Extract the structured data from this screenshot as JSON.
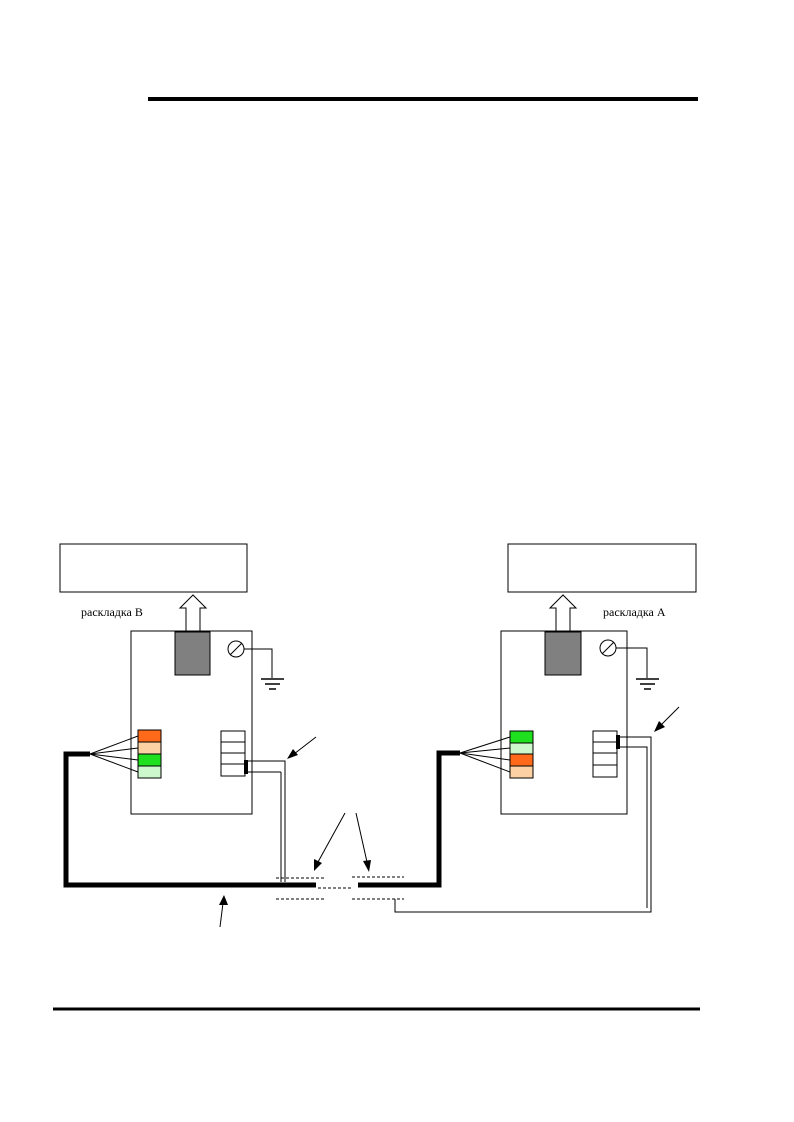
{
  "labels": {
    "left_layout": "раскладка В",
    "right_layout": "раскладка А"
  },
  "colors": {
    "orange": "#ff6a1a",
    "peach": "#fcd1a4",
    "green": "#1fe01f",
    "light_green": "#cdf7cd",
    "connector_gray": "#808080"
  },
  "pinouts": {
    "left": [
      "orange",
      "peach",
      "green",
      "light_green"
    ],
    "right": [
      "green",
      "light_green",
      "orange",
      "peach"
    ]
  }
}
